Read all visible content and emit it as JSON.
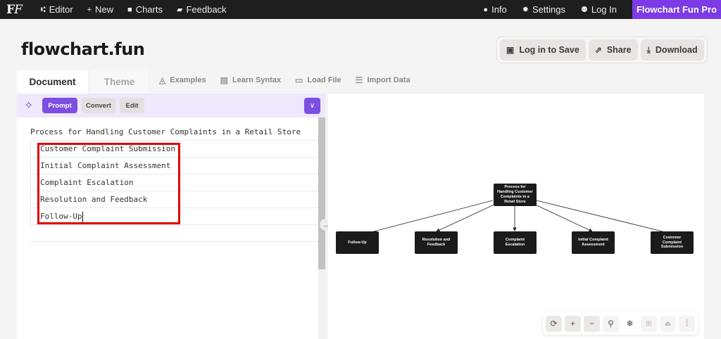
{
  "nav": {
    "logo": {
      "bold": "F",
      "italic": "F"
    },
    "left_items": [
      {
        "icon": "editor-icon",
        "glyph": "⑆",
        "label": "Editor"
      },
      {
        "icon": "plus-icon",
        "glyph": "+",
        "label": "New"
      },
      {
        "icon": "folder-icon",
        "glyph": "■",
        "label": "Charts"
      },
      {
        "icon": "feedback-icon",
        "glyph": "▰",
        "label": "Feedback"
      }
    ],
    "right_items": [
      {
        "icon": "info-icon",
        "glyph": "●",
        "label": "Info"
      },
      {
        "icon": "gear-icon",
        "glyph": "✹",
        "label": "Settings"
      },
      {
        "icon": "user-icon",
        "glyph": "⚉",
        "label": "Log In"
      }
    ],
    "pro_label": "Flowchart Fun Pro",
    "pro_color": "#7c3be6"
  },
  "header": {
    "title": "flowchart.fun",
    "actions": [
      {
        "icon": "save-icon",
        "glyph": "▣",
        "label": "Log in to Save"
      },
      {
        "icon": "share-icon",
        "glyph": "⇗",
        "label": "Share"
      },
      {
        "icon": "download-icon",
        "glyph": "⤓",
        "label": "Download"
      }
    ]
  },
  "tabs": {
    "document": "Document",
    "theme": "Theme"
  },
  "tool_links": [
    {
      "icon": "examples-icon",
      "glyph": "◬",
      "label": "Examples"
    },
    {
      "icon": "syntax-icon",
      "glyph": "▤",
      "label": "Learn Syntax"
    },
    {
      "icon": "folder-open-icon",
      "glyph": "▭",
      "label": "Load File"
    },
    {
      "icon": "database-icon",
      "glyph": "☰",
      "label": "Import Data"
    }
  ],
  "prompt_bar": {
    "wand_glyph": "✧",
    "prompt": "Prompt",
    "convert": "Convert",
    "edit": "Edit",
    "chevron": "∨",
    "accent": "#7c4fe0"
  },
  "editor": {
    "root": "Process for Handling Customer Complaints in a Retail Store",
    "children": [
      "Customer Complaint Submission",
      "Initial Complaint Assessment",
      "Complaint Escalation",
      "Resolution and Feedback",
      "Follow-Up"
    ],
    "resize_glyph": "↔"
  },
  "graph": {
    "root": "Process for Handling Customer Complaints in a Retail Store",
    "nodes": [
      "Follow-Up",
      "Resolution and Feedback",
      "Complaint Escalation",
      "Initial Complaint Assessment",
      "Customer Complaint Submission"
    ]
  },
  "zoom_controls": [
    {
      "name": "refresh-icon",
      "glyph": "⟳"
    },
    {
      "name": "zoom-in-icon",
      "glyph": "+"
    },
    {
      "name": "zoom-out-icon",
      "glyph": "−"
    },
    {
      "name": "search-icon",
      "glyph": "⚲"
    },
    {
      "name": "freeze-icon",
      "glyph": "❄"
    },
    {
      "name": "grid-layout-icon",
      "glyph": "⊞"
    },
    {
      "name": "align-icon",
      "glyph": "⏏"
    },
    {
      "name": "distribute-icon",
      "glyph": "⫿"
    }
  ]
}
